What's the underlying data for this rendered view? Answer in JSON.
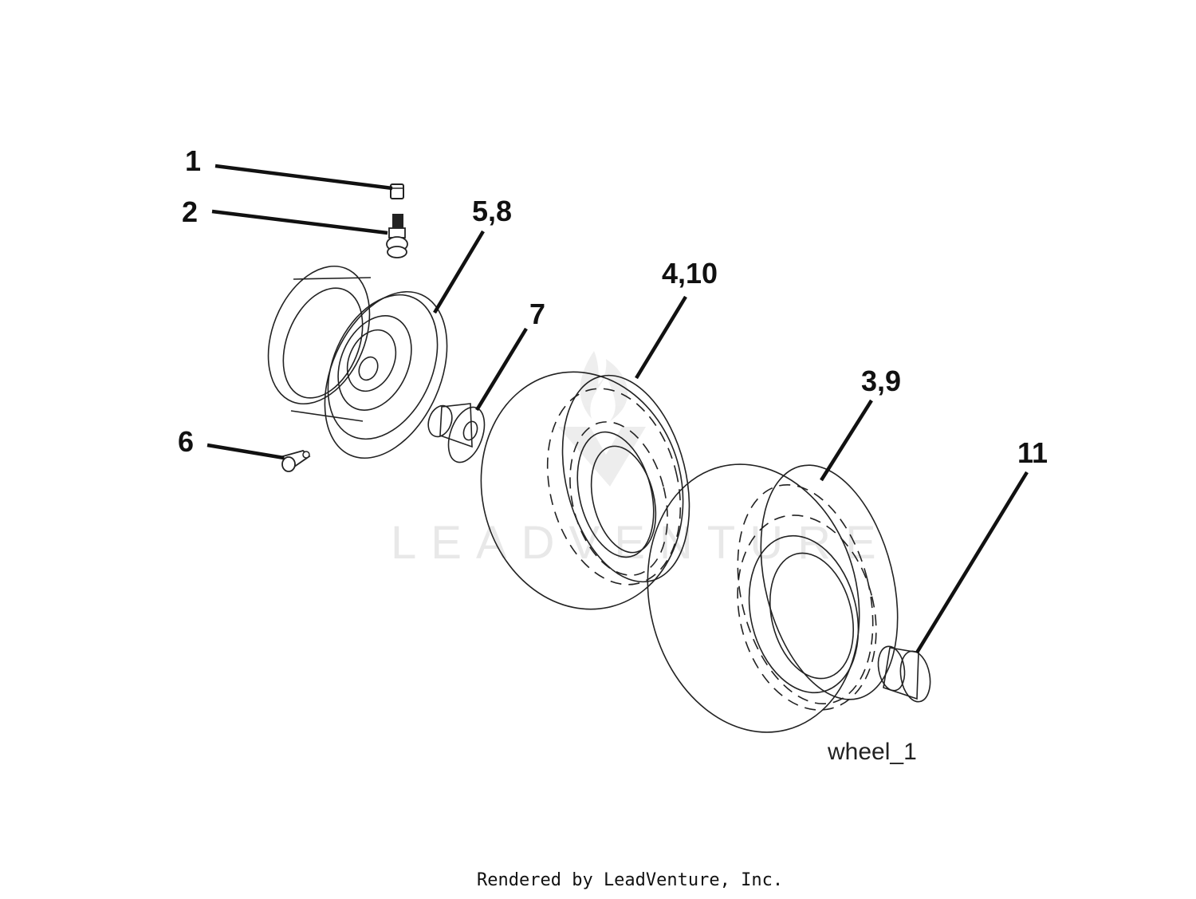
{
  "diagram": {
    "callouts": {
      "c1": "1",
      "c2": "2",
      "c58": "5,8",
      "c410": "4,10",
      "c7": "7",
      "c39": "3,9",
      "c6": "6",
      "c11": "11"
    },
    "caption": "wheel_1",
    "watermark": "LEADVENTURE",
    "footer": "Rendered by LeadVenture, Inc."
  }
}
